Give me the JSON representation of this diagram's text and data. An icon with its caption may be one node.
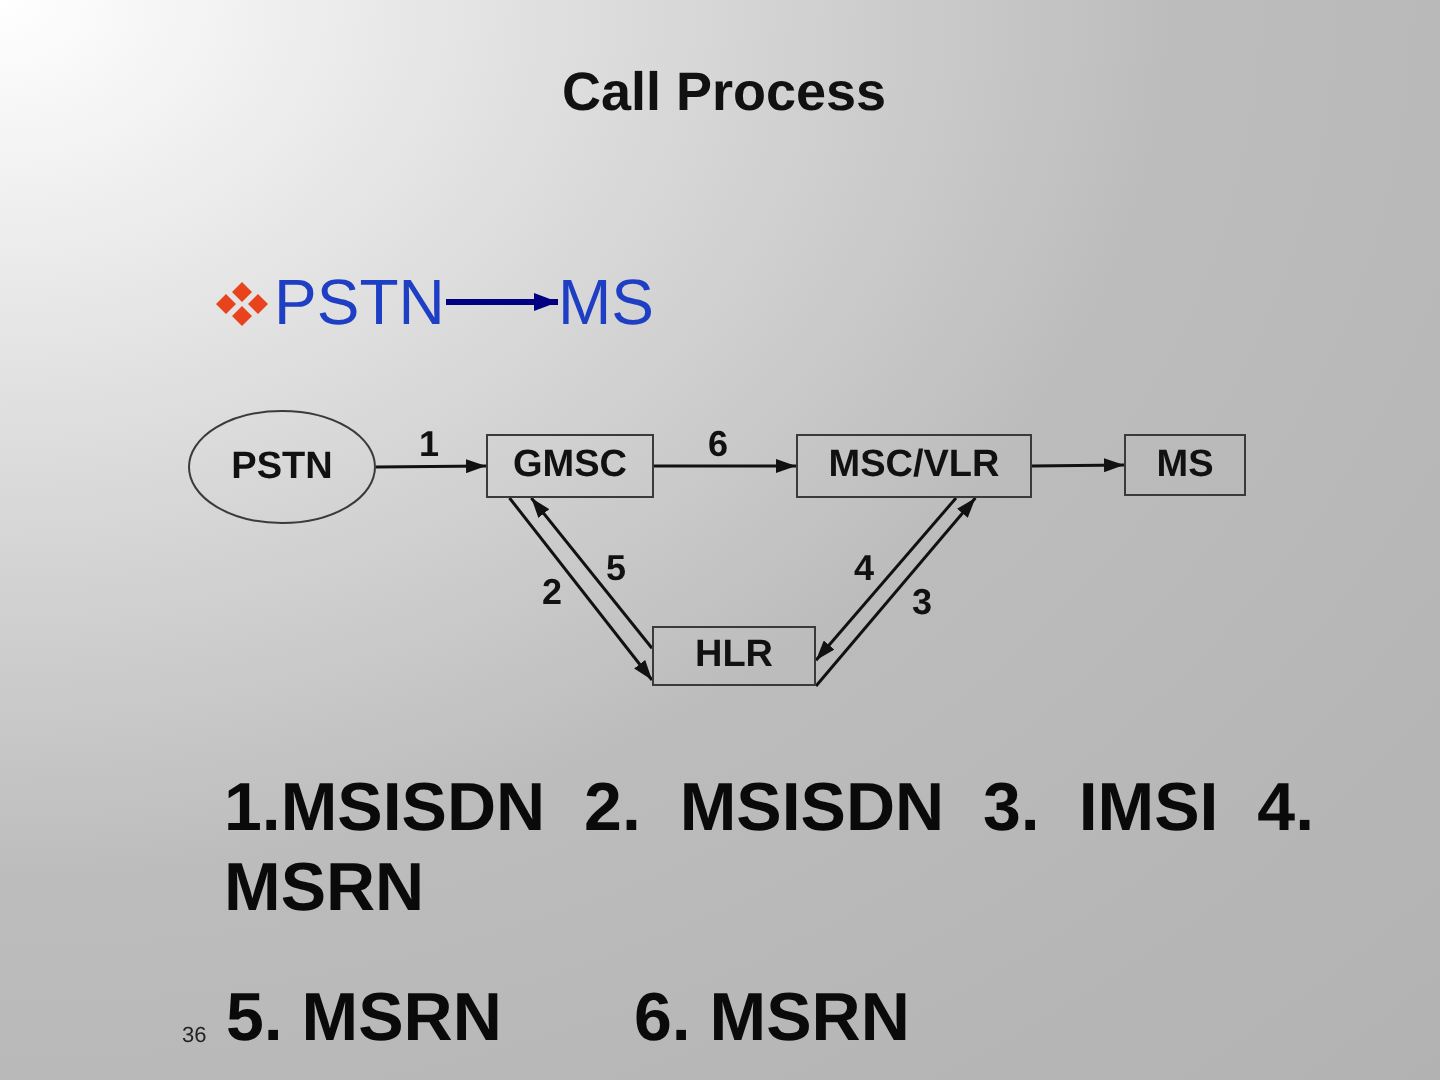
{
  "diagram": {
    "title": "Call Process",
    "nodes": [
      {
        "text": [
          "PSTN"
        ]
      },
      {
        "text": [
          "MS"
        ]
      },
      {
        "text": [
          "PSTN"
        ]
      },
      {
        "text": [
          "GMSC"
        ]
      },
      {
        "text": [
          "MSC/VLR"
        ]
      },
      {
        "text": [
          "MS"
        ]
      },
      {
        "text": [
          "HLR"
        ]
      }
    ],
    "edges": [
      {
        "from": 0,
        "to": 1,
        "arrow": "to",
        "style": "thick",
        "color": "#000080"
      },
      {
        "from": 2,
        "to": 3,
        "arrow": "to",
        "label": "1"
      },
      {
        "from": 3,
        "to": 4,
        "arrow": "to",
        "label": "6"
      },
      {
        "from": 4,
        "to": 5,
        "arrow": "to"
      },
      {
        "from": 3,
        "to": 6,
        "arrow": "to",
        "label": "2"
      },
      {
        "from": 6,
        "to": 3,
        "arrow": "to",
        "label": "5"
      },
      {
        "from": 4,
        "to": 6,
        "arrow": "to",
        "label": "4"
      },
      {
        "from": 6,
        "to": 4,
        "arrow": "to",
        "label": "3"
      }
    ],
    "labels": [
      "1.MSISDN 2. MSISDN 3. IMSI 4. MSRN",
      "36",
      "5. MSRN",
      "6. MSRN"
    ]
  }
}
